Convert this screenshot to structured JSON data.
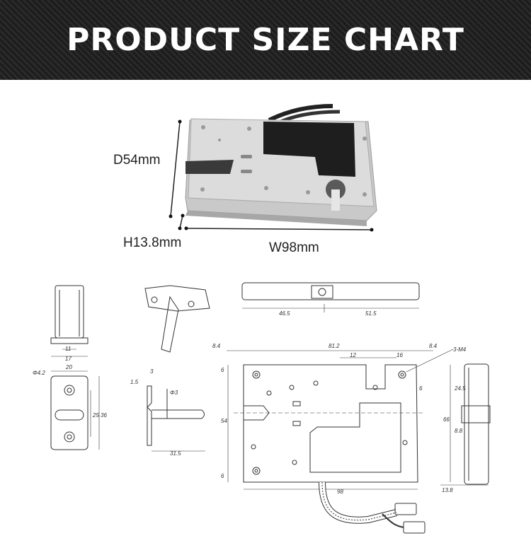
{
  "banner": {
    "title": "PRODUCT SIZE CHART"
  },
  "photo_dims": {
    "depth": "D54mm",
    "height": "H13.8mm",
    "width": "W98mm"
  },
  "drawing": {
    "side_view": {
      "d1": "11",
      "d2": "17"
    },
    "bracket": {
      "d1": "20",
      "d2": "Φ4.2",
      "d3": "25",
      "d4": "36"
    },
    "pin": {
      "d1": "3",
      "d2": "1.5",
      "d3": "Φ3",
      "d4": "31.5"
    },
    "top_view": {
      "d1": "46.5",
      "d2": "51.5"
    },
    "front_view": {
      "d1": "8.4",
      "d2": "81.2",
      "d3": "8.4",
      "d4": "12",
      "d5": "16",
      "d6": "3-M4",
      "d7": "6",
      "d8": "6",
      "d9": "54",
      "d10": "6",
      "d11": "98"
    },
    "end_view": {
      "d1": "24.5",
      "d2": "66",
      "d3": "8.8",
      "d4": "13.8"
    }
  }
}
